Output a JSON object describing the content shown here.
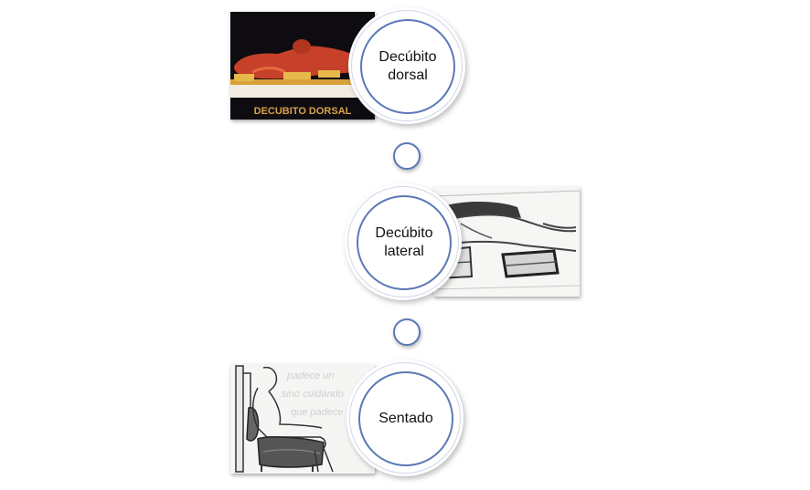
{
  "diagram": {
    "nodes": [
      {
        "label": "Decúbito\ndorsal",
        "image_caption": "DECUBITO DORSAL"
      },
      {
        "label": "Decúbito\nlateral"
      },
      {
        "label": "Sentado",
        "image_text": [
          "padece un",
          "sino cuidando",
          "que padece"
        ]
      }
    ]
  },
  "colors": {
    "accent": "#5b78b6",
    "photo1_bg": "#0e0c10",
    "photo1_figure": "#c7402a",
    "caption": "#d9a14a"
  }
}
